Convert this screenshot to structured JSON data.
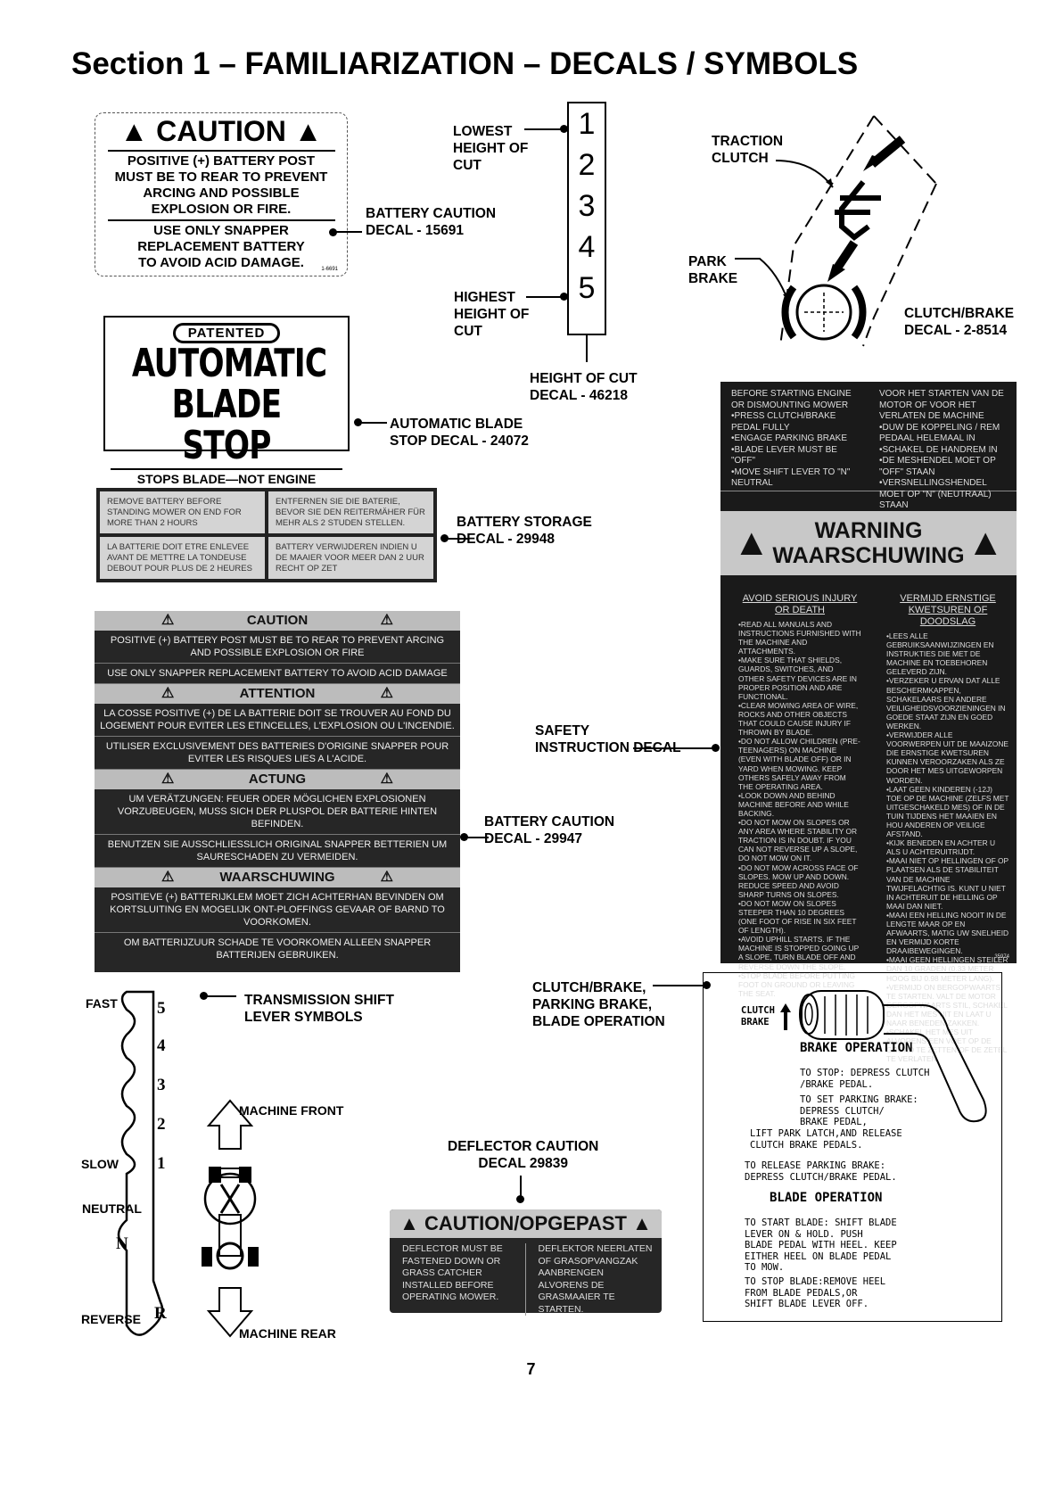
{
  "page": {
    "title": "Section 1 – FAMILIARIZATION – DECALS / SYMBOLS",
    "page_number": "7"
  },
  "battery_caution_15691": {
    "heading": "CAUTION",
    "lines": [
      "POSITIVE (+) BATTERY POST",
      "MUST BE TO REAR TO PREVENT",
      "ARCING AND POSSIBLE",
      "EXPLOSION OR FIRE.",
      "USE ONLY SNAPPER",
      "REPLACEMENT BATTERY",
      "TO AVOID ACID DAMAGE."
    ],
    "code": "1-6691",
    "callout": "BATTERY CAUTION\nDECAL - 15691"
  },
  "blade_stop": {
    "patented": "PATENTED",
    "line1": "AUTOMATIC",
    "line2": "BLADE STOP",
    "sub": "STOPS BLADE—NOT ENGINE",
    "callout": "AUTOMATIC BLADE\nSTOP DECAL - 24072"
  },
  "height_of_cut": {
    "numbers": [
      "1",
      "2",
      "3",
      "4",
      "5"
    ],
    "lowest": "LOWEST\nHEIGHT OF\nCUT",
    "highest": "HIGHEST\nHEIGHT OF\nCUT",
    "callout": "HEIGHT OF CUT\nDECAL - 46218"
  },
  "clutch_brake_decal": {
    "traction": "TRACTION\nCLUTCH",
    "park": "PARK\nBRAKE",
    "callout": "CLUTCH/BRAKE\nDECAL - 2-8514"
  },
  "battery_storage": {
    "cells": [
      "REMOVE BATTERY BEFORE STANDING MOWER ON END FOR MORE THAN 2 HOURS",
      "ENTFERNEN SIE DIE BATERIE, BEVOR SIE DEN REITERMÄHER FÜR MEHR ALS 2 STUDEN STELLEN.",
      "LA BATTERIE DOIT ETRE ENLEVEE AVANT DE METTRE LA TONDEUSE DEBOUT POUR PLUS DE 2 HEURES",
      "BATTERY VERWIJDEREN INDIEN U DE MAAIER VOOR MEER DAN 2 UUR RECHT OP ZET"
    ],
    "callout": "BATTERY STORAGE\nDECAL - 29948"
  },
  "battery_caution_29947": {
    "sections": [
      {
        "heading": "CAUTION",
        "p1": "POSITIVE (+) BATTERY POST MUST BE TO REAR TO PREVENT ARCING AND POSSIBLE EXPLOSION OR FIRE",
        "p2": "USE ONLY SNAPPER REPLACEMENT BATTERY TO AVOID ACID DAMAGE"
      },
      {
        "heading": "ATTENTION",
        "p1": "LA COSSE POSITIVE (+) DE LA BATTERIE DOIT SE TROUVER AU FOND DU LOGEMENT POUR EVITER LES ETINCELLES, L'EXPLOSION OU L'INCENDIE.",
        "p2": "UTILISER EXCLUSIVEMENT DES BATTERIES D'ORIGINE SNAPPER POUR EVITER LES RISQUES LIES A L'ACIDE."
      },
      {
        "heading": "ACTUNG",
        "p1": "UM VERÄTZUNGEN: FEUER ODER MÖGLICHEN EXPLOSIONEN VORZUBEUGEN, MUSS SICH DER PLUSPOL DER BATTERIE HINTEN BEFINDEN.",
        "p2": "BENUTZEN SIE AUSSCHLIESSLICH ORIGINAL SNAPPER BETTERIEN UM SAURESCHADEN ZU VERMEIDEN."
      },
      {
        "heading": "WAARSCHUWING",
        "p1": "POSITIEVE (+) BATTERIJKLEM MOET ZICH ACHTERHAN BEVINDEN OM KORTSLUITING EN MOGELIJK ONT-PLOFFINGS GEVAAR OF BARND TO VOORKOMEN.",
        "p2": "OM BATTERIJZUUR SCHADE TE VOORKOMEN ALLEEN SNAPPER BATTERIJEN GEBRUIKEN."
      }
    ],
    "callout": "BATTERY CAUTION\nDECAL - 29947"
  },
  "safety_decal": {
    "top_en": "BEFORE STARTING ENGINE OR DISMOUNTING MOWER\n•PRESS CLUTCH/BRAKE PEDAL FULLY\n•ENGAGE PARKING BRAKE\n•BLADE LEVER MUST BE \"OFF\"\n•MOVE SHIFT LEVER TO \"N\" NEUTRAL",
    "top_nl": "VOOR HET STARTEN VAN DE MOTOR OF VOOR HET VERLATEN DE MACHINE\n•DUW DE KOPPELING / REM PEDAAL HELEMAAL IN\n•SCHAKEL DE HANDREM IN\n•DE MESHENDEL MOET OP \"OFF\" STAAN\n•VERSNELLINGSHENDEL MOET OP \"N\" (NEUTRAAL) STAAN",
    "warning": "WARNING",
    "waarschuwing": "WAARSCHUWING",
    "head_en": "AVOID SERIOUS INJURY OR DEATH",
    "head_nl": "VERMIJD ERNSTIGE KWETSUREN OF DOODSLAG",
    "body_en": "•READ ALL MANUALS AND INSTRUCTIONS FURNISHED WITH THE MACHINE AND ATTACHMENTS.\n•MAKE SURE THAT SHIELDS, GUARDS, SWITCHES, AND OTHER SAFETY DEVICES ARE IN PROPER POSITION AND ARE FUNCTIONAL.\n•CLEAR MOWING AREA OF WIRE, ROCKS AND OTHER OBJECTS THAT COULD CAUSE INJURY IF THROWN BY BLADE.\n•DO NOT ALLOW CHILDREN (PRE-TEENAGERS) ON MACHINE (EVEN WITH BLADE OFF) OR IN YARD WHEN MOWING. KEEP OTHERS SAFELY AWAY FROM THE OPERATING AREA.\n•LOOK DOWN AND BEHIND MACHINE BEFORE AND WHILE BACKING.\n•DO NOT MOW ON SLOPES OR ANY AREA WHERE STABILITY OR TRACTION IS IN DOUBT. IF YOU CAN NOT REVERSE UP A SLOPE, DO NOT MOW ON IT.\n•DO NOT MOW ACROSS FACE OF SLOPES. MOW UP AND DOWN. REDUCE SPEED AND AVOID SHARP TURNS ON SLOPES.\n•DO NOT MOW ON SLOPES STEEPER THAN 10 DEGREES (ONE FOOT OF RISE IN SIX FEET OF LENGTH).\n•AVOID UPHILL STARTS. IF THE MACHINE IS STOPPED GOING UP A SLOPE, TURN BLADE OFF AND REVERSE DOWN THE SLOPE.\n•STOP BLADE BEFORE PUTTING FOOT ON GROUND OR LEAVING THE SEAT.",
    "body_nl": "•LEES ALLE GEBRUIKSAANWIJZINGEN EN INSTRUKTIES DIE MET DE MACHINE EN TOEBEHOREN GELEVERD ZIJN.\n•VERZEKER U ERVAN DAT ALLE BESCHERMKAPPEN, SCHAKELAARS EN ANDERE VEILIGHEIDSVOORZIENINGEN IN GOEDE STAAT ZIJN EN GOED WERKEN.\n•VERWIJDER ALLE VOORWERPEN UIT DE MAAIZONE DIE ERNSTIGE KWETSUREN KUNNEN VEROORZAKEN ALS ZE DOOR HET MES UITGEWORPEN WORDEN.\n•LAAT GEEN KINDEREN (-12J) TOE OP DE MACHINE (ZELFS MET UITGESCHAKELD MES) OF IN DE TUIN TIJDENS HET MAAIEN EN HOU ANDEREN OP VEILIGE AFSTAND.\n•KIJK BENEDEN EN ACHTER U ALS U ACHTERUITRIJDT.\n•MAAI NIET OP HELLINGEN OF OP PLAATSEN ALS DE STABILITEIT VAN DE MACHINE TWIJFELACHTIG IS. KUNT U NIET IN ACHTERUIT DE HELLING OP MAAI DAN NIET.\n•MAAI EEN HELLING NOOIT IN DE LENGTE MAAR OP EN AFWAARTS, MATIG UW SNELHEID EN VERMIJD KORTE DRAAIBEWEGINGEN.\n•MAAI GEEN HELLINGEN STEILER DAN 10 GRADEN (0.33 METER HOOG BIJ 0.98 METER LANG).\n•VERMIJD ON BERGOPWAARTS TE STARTEN. VALT DE MOTOR GERGOPWAARTS STIL, SCHAKEL DAN HET MES UIT EN LAAT U NAAR BENEDEN ZAKKEN.\n•SCHAKEL HET MES UIT ALVORENS EEN VOET OP DE GROND TE ZETTEN OF DE ZETEL TE VERLATEN.",
    "number": "35974",
    "callout": "SAFETY\nINSTRUCTION DECAL"
  },
  "transmission": {
    "gears": [
      "5",
      "4",
      "3",
      "2",
      "1",
      "N",
      "R"
    ],
    "fast": "FAST",
    "slow": "SLOW",
    "neutral": "NEUTRAL",
    "reverse": "REVERSE",
    "front": "MACHINE FRONT",
    "rear": "MACHINE REAR",
    "callout": "TRANSMISSION SHIFT\nLEVER SYMBOLS"
  },
  "deflector": {
    "callout": "DEFLECTOR CAUTION\nDECAL 29839",
    "heading": "CAUTION/OPGEPAST",
    "en": "DEFLECTOR MUST BE FASTENED DOWN OR GRASS CATCHER INSTALLED BEFORE OPERATING MOWER.",
    "nl": "DEFLEKTOR NEERLATEN OF GRASOPVANGZAK AANBRENGEN ALVORENS DE GRASMAAIER TE STARTEN."
  },
  "operation": {
    "callout": "CLUTCH/BRAKE,\nPARKING BRAKE,\nBLADE OPERATION",
    "clutch_label": "CLUTCH\nBRAKE",
    "brake_heading": "BRAKE OPERATION",
    "to_stop": "TO STOP: DEPRESS CLUTCH\n/BRAKE PEDAL.",
    "set_parking": "TO SET PARKING BRAKE:\nDEPRESS CLUTCH/\nBRAKE PEDAL,",
    "lift": "LIFT PARK LATCH,AND RELEASE\nCLUTCH BRAKE PEDALS.",
    "release_parking": "TO RELEASE PARKING BRAKE:\nDEPRESS CLUTCH/BRAKE PEDAL.",
    "blade_heading": "BLADE OPERATION",
    "start_blade": "TO START BLADE: SHIFT BLADE\nLEVER ON & HOLD. PUSH\nBLADE PEDAL WITH HEEL. KEEP\nEITHER HEEL ON BLADE PEDAL\nTO MOW.",
    "stop_blade": "TO STOP BLADE:REMOVE HEEL\nFROM BLADE PEDALS,OR\nSHIFT BLADE LEVER OFF."
  }
}
